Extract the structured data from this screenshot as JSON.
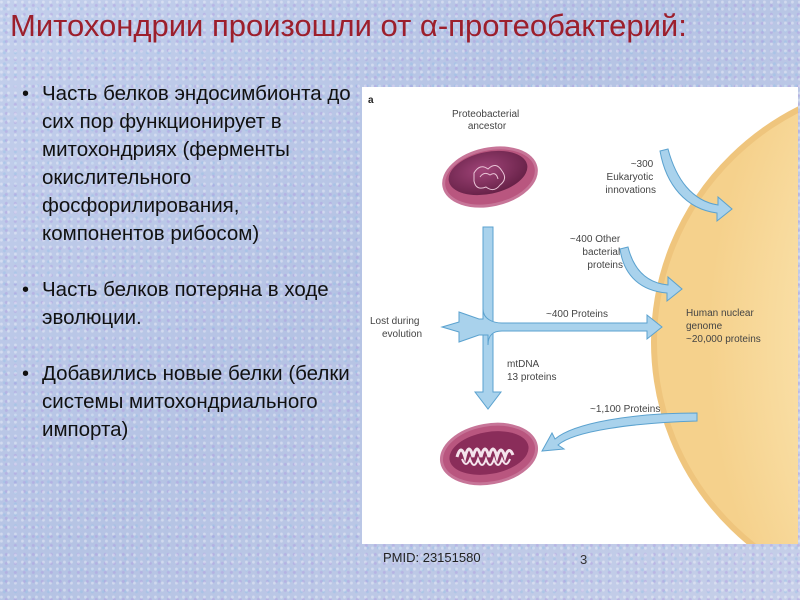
{
  "slide": {
    "title": "Митохондрии произошли от α-протеобактерий:",
    "bullets": [
      "Часть белков эндосимбионта до сих пор функционирует в митохондриях (ферменты окислительного фосфорилирования, компонентов рибосом)",
      "Часть белков потеряна в ходе эволюции.",
      "Добавились новые белки (белки системы митохондриального импорта)"
    ],
    "bullet_marker": "•",
    "pmid": "PMID: 23151580",
    "slide_number": "3"
  },
  "diagram": {
    "panel_label": "a",
    "ancestor_label": [
      "Proteobacterial",
      "ancestor"
    ],
    "eukaryotic_label": [
      "~300",
      "Eukaryotic",
      "innovations"
    ],
    "other_bacterial_label": [
      "~400 Other",
      "bacterial",
      "proteins"
    ],
    "proteins_400_label": "~400 Proteins",
    "lost_label": [
      "Lost during",
      "evolution"
    ],
    "mtdna_label": [
      "mtDNA",
      "13 proteins"
    ],
    "nuclear_genome_label": [
      "Human nuclear",
      "genome",
      "~20,000 proteins"
    ],
    "proteins_1100_label": "~1,100 Proteins",
    "colors": {
      "arrow_fill": "#a9d2ec",
      "arrow_stroke": "#5ba2cf",
      "cell_fill": "#fbe7b4",
      "cell_edge": "#efc57d",
      "bacterium": "#7a2755",
      "mitochondrion": "#8a2d5a"
    },
    "icons": [
      "proteobacterium-icon",
      "mitochondrion-icon"
    ]
  }
}
